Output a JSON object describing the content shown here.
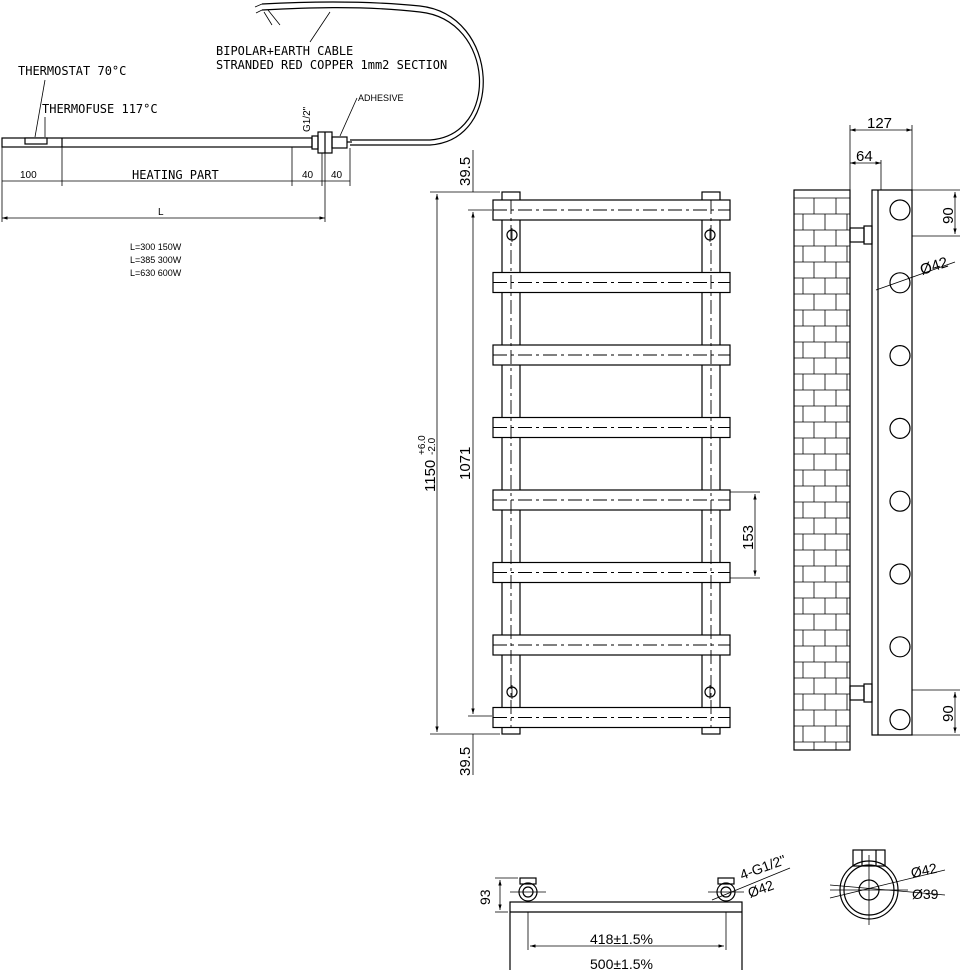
{
  "heater": {
    "thermostat": "THERMOSTAT 70°C",
    "thermofuse": "THERMOFUSE 117°C",
    "cable_line1": "BIPOLAR+EARTH CABLE",
    "cable_line2": "STRANDED RED COPPER 1mm2 SECTION",
    "thread": "G1/2\"",
    "adhesive": "ADHESIVE",
    "dim_100": "100",
    "heating_part": "HEATING PART",
    "dim_40a": "40",
    "dim_40b": "40",
    "dim_L": "L",
    "spec1": "L=300  150W",
    "spec2": "L=385  300W",
    "spec3": "L=630  600W"
  },
  "front": {
    "top_gap": "39.5",
    "bottom_gap": "39.5",
    "overall": "1150",
    "tol_plus": "+6.0",
    "tol_minus": "-2.0",
    "centers": "1071",
    "pitch": "153",
    "rails": 8
  },
  "side": {
    "w127": "127",
    "w64": "64",
    "top90": "90",
    "bottom90": "90",
    "dia": "Ø42"
  },
  "bottom": {
    "h93": "93",
    "conn": "4-G1/2\"",
    "dia": "Ø42",
    "c418": "418±1.5%",
    "w500": "500±1.5%"
  },
  "detail": {
    "d42": "Ø42",
    "d39": "Ø39"
  }
}
